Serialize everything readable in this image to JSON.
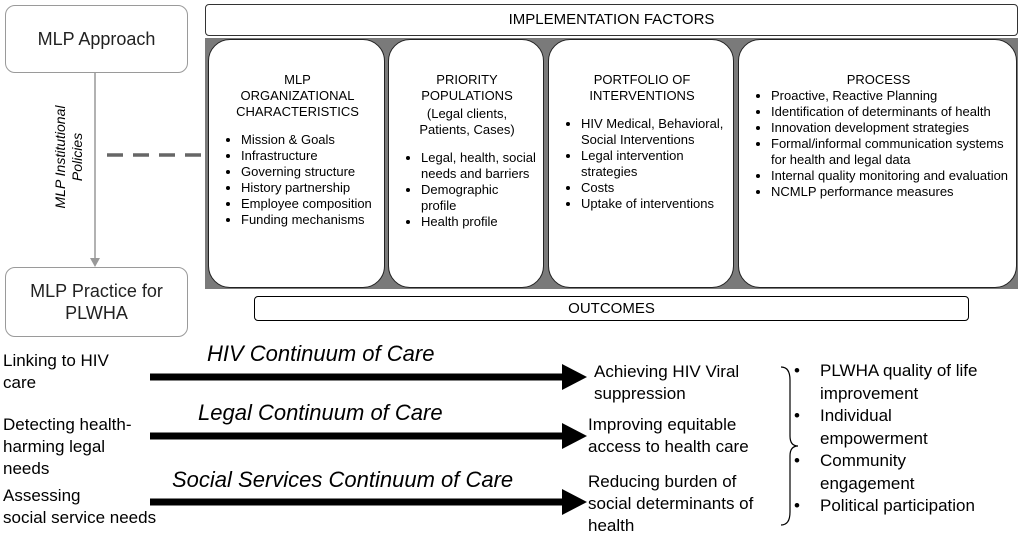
{
  "left": {
    "approach": "MLP Approach",
    "policies": [
      "MLP Institutional",
      "Policies"
    ],
    "practice": [
      "MLP Practice for",
      "PLWHA"
    ]
  },
  "implementation_header": "IMPLEMENTATION FACTORS",
  "outcomes_header": "OUTCOMES",
  "columns": [
    {
      "title": [
        "MLP",
        "ORGANIZATIONAL",
        "CHARACTERISTICS"
      ],
      "subtitle": [],
      "items": [
        "Mission & Goals",
        "Infrastructure",
        "Governing structure",
        "History partnership",
        "Employee composition",
        "Funding mechanisms"
      ]
    },
    {
      "title": [
        "PRIORITY",
        "POPULATIONS"
      ],
      "subtitle": [
        "(Legal clients,",
        "Patients, Cases)"
      ],
      "items": [
        "Legal, health, social needs and barriers",
        "Demographic profile",
        "Health profile"
      ]
    },
    {
      "title": [
        "PORTFOLIO OF",
        "INTERVENTIONS"
      ],
      "subtitle": [],
      "items": [
        "HIV Medical, Behavioral, Social Interventions",
        "Legal intervention strategies",
        "Costs",
        "Uptake of interventions"
      ]
    },
    {
      "title": [
        "PROCESS"
      ],
      "subtitle": [],
      "items": [
        "Proactive, Reactive Planning",
        "Identification of determinants of health",
        "Innovation development strategies",
        "Formal/informal communication systems for health and legal data",
        "Internal quality monitoring and evaluation",
        "NCMLP performance measures"
      ]
    }
  ],
  "continua": [
    {
      "start": [
        "Linking to HIV",
        "care"
      ],
      "label": "HIV Continuum of Care",
      "result": [
        "Achieving HIV Viral",
        "suppression"
      ]
    },
    {
      "start": [
        "Detecting health-",
        "harming legal",
        "needs"
      ],
      "label": "Legal Continuum of Care",
      "result": [
        "Improving equitable",
        "access to health care"
      ]
    },
    {
      "start": [
        "Assessing",
        "social service needs"
      ],
      "label": "Social Services Continuum of Care",
      "result": [
        "Reducing burden of",
        "social determinants of",
        "health"
      ]
    }
  ],
  "final_outcomes": [
    "PLWHA quality of life improvement",
    "Individual empowerment",
    "Community engagement",
    "Political participation"
  ]
}
